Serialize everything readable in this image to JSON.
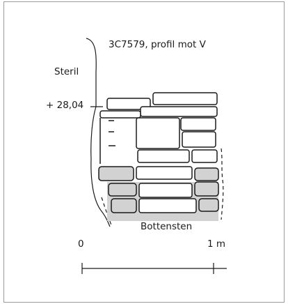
{
  "figure": {
    "title": "3C7579, profil mot V",
    "label_steril": "Steril",
    "elevation": "+ 28,04",
    "label_bottensten": "Bottensten",
    "scale_start": "0",
    "scale_end": "1 m"
  },
  "colors": {
    "stroke": "#1a1a1a",
    "stone_fill_light": "#ffffff",
    "stone_fill_shaded": "#d2d2d2",
    "border": "#9a9a9a"
  }
}
